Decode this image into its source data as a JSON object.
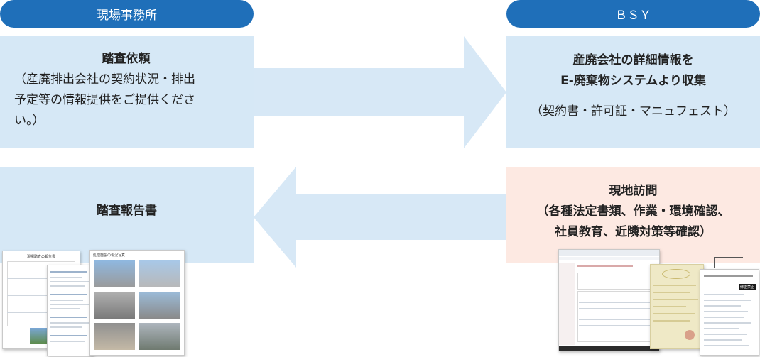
{
  "left_header": "現場事務所",
  "right_header": "ＢＳＹ",
  "step1": {
    "title": "踏査依頼",
    "lines": [
      "（産廃排出会社の契約状況・排出",
      "予定等の情報提供をご提供くださ",
      "い。）"
    ]
  },
  "step2": {
    "lines": [
      "産廃会社の詳細情報を",
      "E-廃棄物システムより収集"
    ],
    "sub": "（契約書・許可証・マニュフェスト）"
  },
  "step3": {
    "lines": [
      "現地訪問",
      "（各種法定書類、作業・環境確認、",
      "社員教育、近隣対策等確認）"
    ]
  },
  "step4": {
    "title": "踏査報告書"
  },
  "thumbs": {
    "report_title": "現場踏査の報告書",
    "photo_title": "処理施設の現況写真",
    "stamp": "修正禁止"
  },
  "colors": {
    "header": "#1f6fb9",
    "box_blue": "#d6e8f6",
    "box_pink": "#fde9e2",
    "arrow": "#d7e8f6"
  }
}
